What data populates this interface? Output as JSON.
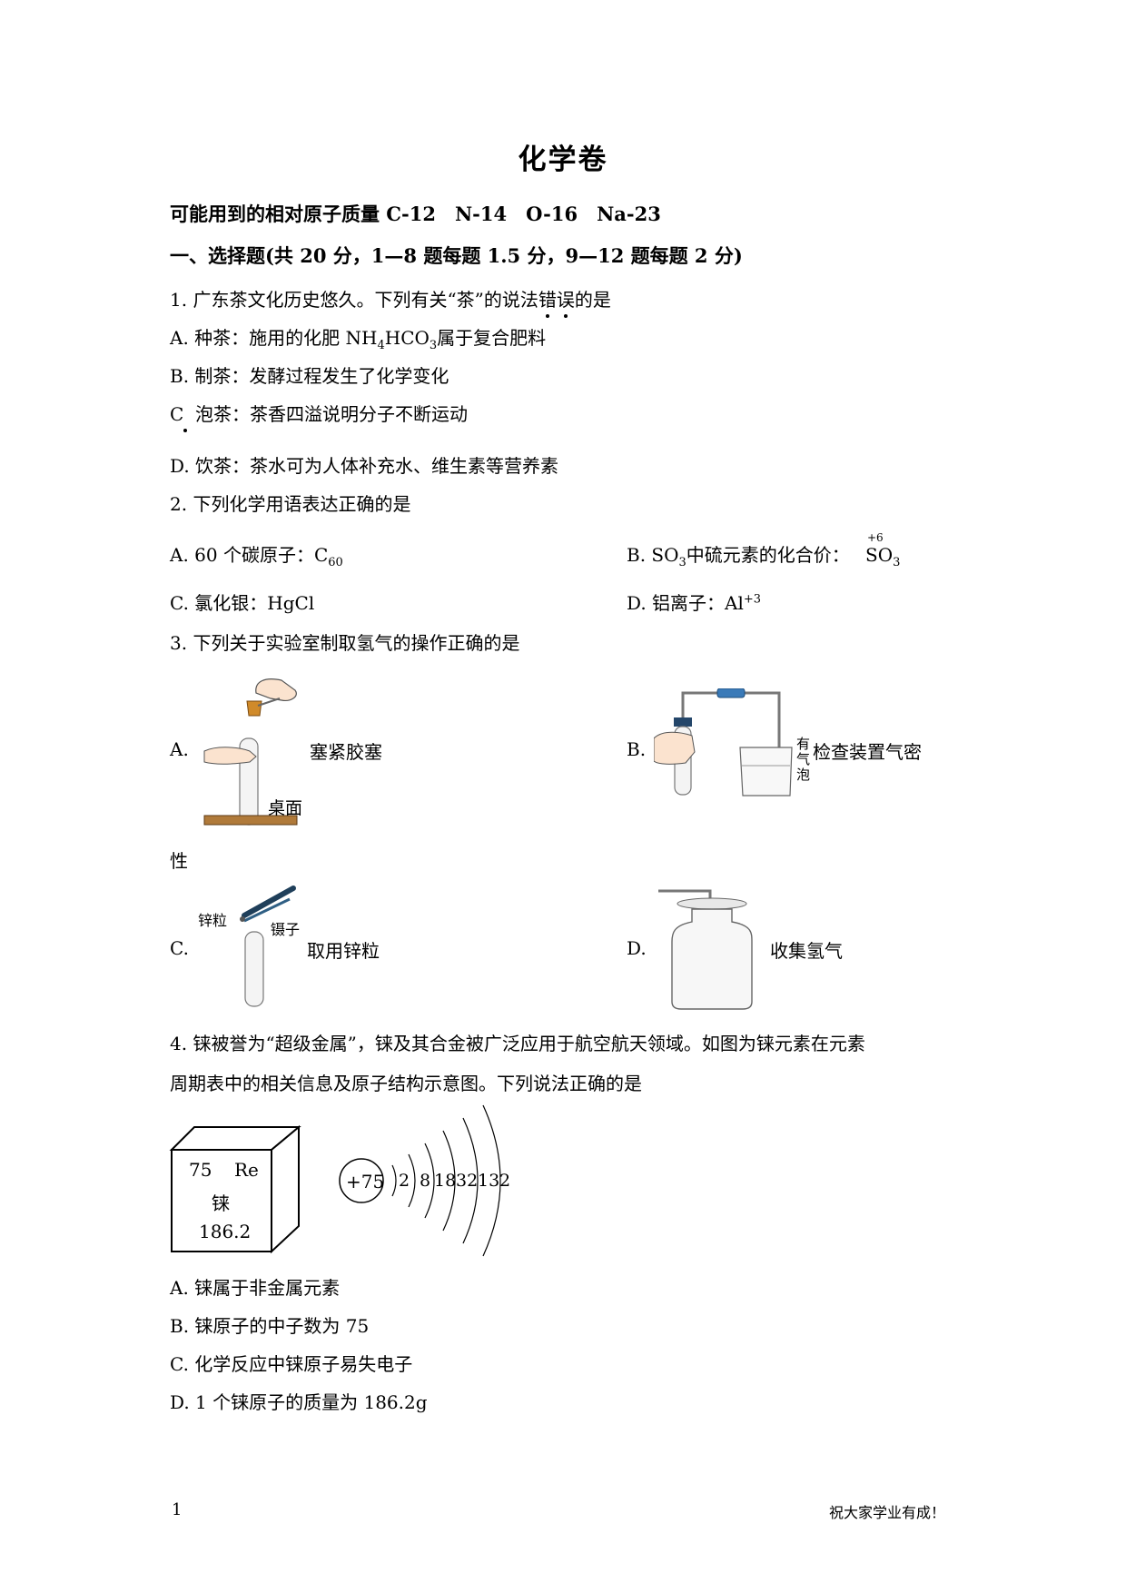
{
  "title": "化学卷",
  "atomic_masses": "可能用到的相对原子质量 C-12　N-14　O-16　Na-23",
  "section1": "一、选择题(共 20 分，1—8 题每题 1.5 分，9—12 题每题 2 分)",
  "q1": {
    "stem_a": "1. 广东茶文化历史悠久。下列有关“茶”的说法",
    "stem_em": "错误",
    "stem_b": "的是",
    "a_pre": "A. 种茶：施用的化肥 NH",
    "a_sub4": "4",
    "a_mid": "HCO",
    "a_sub3": "3",
    "a_post": "属于复合肥料",
    "b": "B. 制茶：发酵过程发生了化学变化",
    "c_letter": "C",
    "c_text": "泡茶：茶香四溢说明分子不断运动",
    "d": "D. 饮茶：茶水可为人体补充水、维生素等营养素"
  },
  "q2": {
    "stem": "2. 下列化学用语表达正确的是",
    "a_pre": "A. 60 个碳原子：C",
    "a_sub": "60",
    "b_pre": "B. SO",
    "b_sub": "3",
    "b_post": "中硫元素的化合价：",
    "b_val": "+6",
    "b_formula": "SO",
    "b_formula_sub": "3",
    "c": "C.  氯化银：HgCl",
    "d_pre": "D.  铝离子：Al",
    "d_sup": "+3"
  },
  "q3": {
    "stem": "3. 下列关于实验室制取氢气的操作正确的是",
    "a_letter": "A.",
    "a_caption": "塞紧胶塞",
    "a_label": "桌面",
    "b_letter": "B.",
    "b_caption": "检查装置气密",
    "b_caption_cont": "性",
    "b_label": "有气泡",
    "c_letter": "C.",
    "c_caption": "取用锌粒",
    "c_label1": "锌粒",
    "c_label2": "镊子",
    "d_letter": "D.",
    "d_caption": "收集氢气"
  },
  "q4": {
    "stem_line1": "4. 铼被誉为“超级金属”，铼及其合金被广泛应用于航空航天领域。如图为铼元素在元素",
    "stem_line2": "周期表中的相关信息及原子结构示意图。下列说法正确的是",
    "cell_number": "75",
    "cell_symbol": "Re",
    "cell_name": "铼",
    "cell_mass": "186.2",
    "nucleus": "+75",
    "shells": [
      "2",
      "8",
      "18",
      "32",
      "13",
      "2"
    ],
    "a": "A.  铼属于非金属元素",
    "b": "B.  铼原子的中子数为 75",
    "c": "C.  化学反应中铼原子易失电子",
    "d": "D. 1 个铼原子的质量为 186.2g"
  },
  "footer": {
    "page": "1",
    "slogan": "祝大家学业有成！"
  }
}
